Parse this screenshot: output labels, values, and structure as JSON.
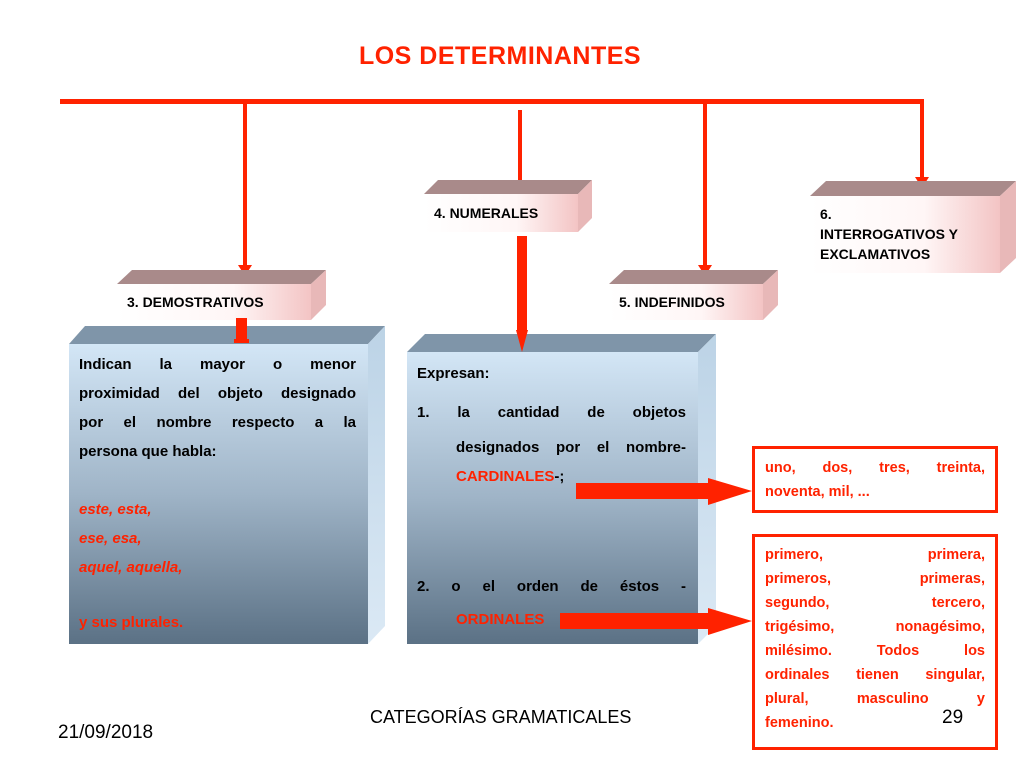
{
  "title": "LOS DETERMINANTES",
  "categories": {
    "numerales": "4. NUMERALES",
    "interrogativos_line1": "6.",
    "interrogativos_line2": "INTERROGATIVOS Y",
    "interrogativos_line3": "EXCLAMATIVOS",
    "demostrativos": "3. DEMOSTRATIVOS",
    "indefinidos": "5. INDEFINIDOS"
  },
  "demostrativos_box": {
    "line1": "Indican la mayor o menor",
    "line2": "proximidad del objeto designado",
    "line3": "por el nombre respecto a la",
    "line4": "persona que habla:",
    "example1": "este, esta,",
    "example2": "ese, esa,",
    "example3": "aquel, aquella,",
    "plurals": "y sus plurales."
  },
  "numerales_box": {
    "intro": "Expresan:",
    "item1_line1": "1.   la cantidad de objetos",
    "item1_line2": "designados por el nombre-",
    "item1_term": "CARDINALES",
    "item1_suffix": "-;",
    "item2_line1": "2.   o el orden de éstos -",
    "item2_term": "ORDINALES"
  },
  "cardinales_examples": {
    "line1": "uno, dos, tres, treinta,",
    "line2": "noventa, mil, ..."
  },
  "ordinales_examples": {
    "line1": "primero, primera,",
    "line2": "primeros, primeras,",
    "line3": "segundo, tercero,",
    "line4": "trigésimo, nonagésimo,",
    "line5": "milésimo. Todos los",
    "line6": "ordinales tienen singular,",
    "line7": "plural, masculino y",
    "line8": "femenino."
  },
  "footer": {
    "date": "21/09/2018",
    "center": "CATEGORÍAS GRAMATICALES",
    "page": "29"
  },
  "colors": {
    "accent_red": "#ff2200",
    "label_box_face": "#fff4f4",
    "label_box_top": "#a98a8a",
    "panel_blue_light": "#cfe3f4",
    "panel_blue_dark": "#5e7388"
  }
}
